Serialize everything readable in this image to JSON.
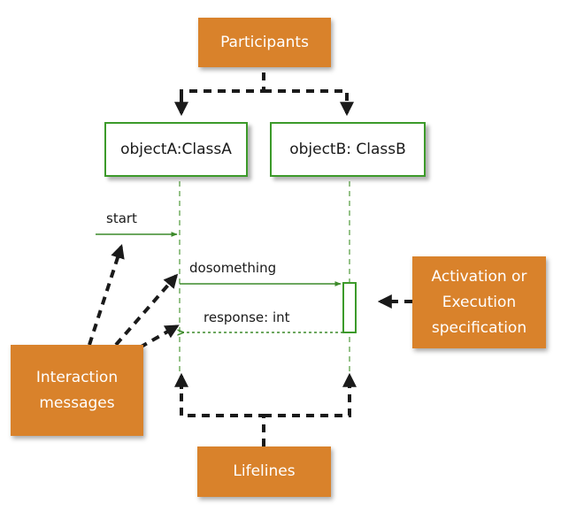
{
  "colors": {
    "callout": "#d9822b",
    "participant_border": "#3c9a2a",
    "lifeline": "#4f9a3a",
    "message": "#3c8a2a",
    "arrow": "#1a1a1a"
  },
  "callouts": {
    "participants": "Participants",
    "activation_line1": "Activation or",
    "activation_line2": "Execution",
    "activation_line3": "specification",
    "interaction_line1": "Interaction",
    "interaction_line2": "messages",
    "lifelines": "Lifelines"
  },
  "participants": {
    "a": "objectA:ClassA",
    "b": "objectB: ClassB"
  },
  "messages": {
    "start": "start",
    "dosomething": "dosomething",
    "response": "response: int"
  }
}
